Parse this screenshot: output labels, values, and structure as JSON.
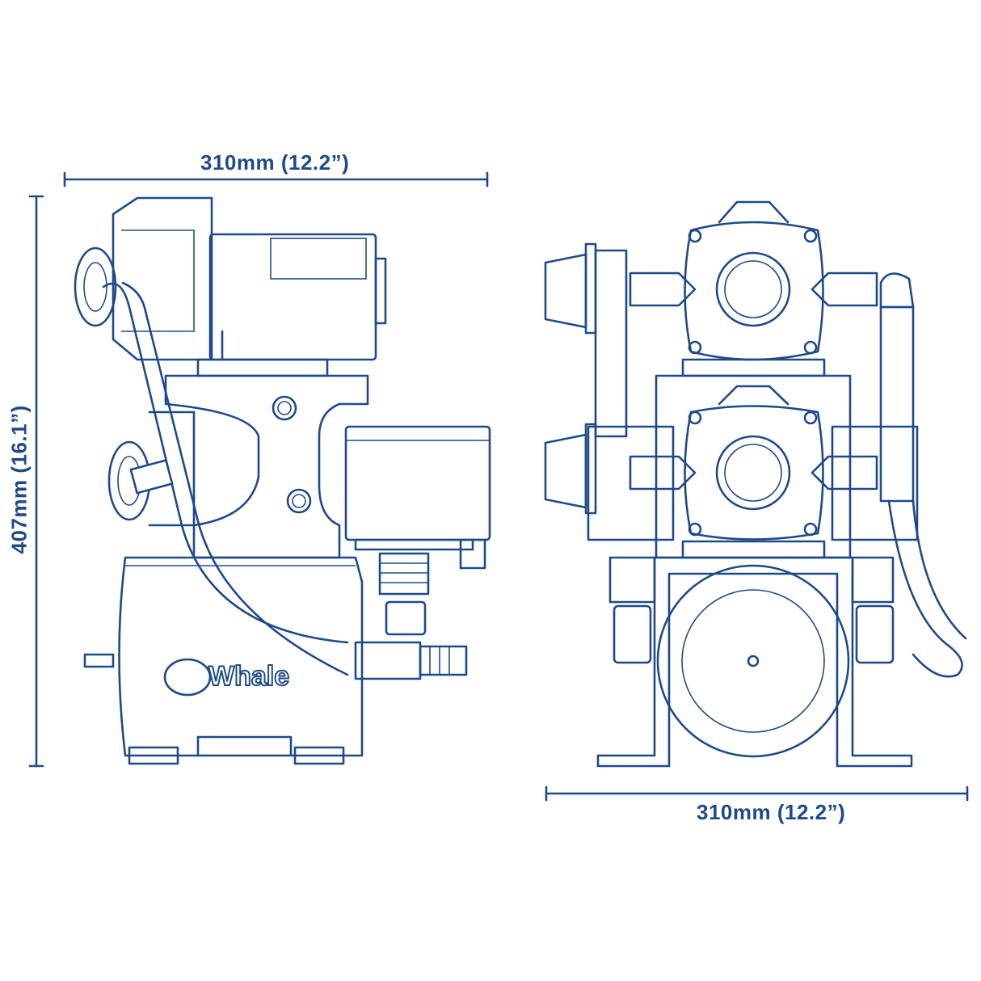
{
  "dimensions": {
    "side_width": "310mm  (12.2”)",
    "height": "407mm  (16.1”)",
    "front_width": "310mm  (12.2”)"
  },
  "brand_logo": "Whale",
  "colors": {
    "line": "#1f4a8a",
    "background": "#ffffff"
  }
}
